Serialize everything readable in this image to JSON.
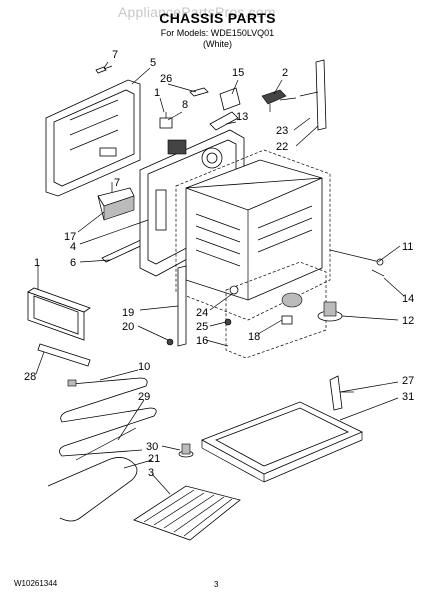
{
  "header": {
    "watermark": "AppliancePartsPros.com",
    "title": "CHASSIS PARTS",
    "subtitle_line1": "For Models: WDE150LVQ01",
    "subtitle_line2": "(White)"
  },
  "footer": {
    "doc_id": "W10261344",
    "page_number": "3"
  },
  "callouts": [
    "7",
    "5",
    "26",
    "15",
    "2",
    "8",
    "1",
    "13",
    "23",
    "22",
    "7",
    "17",
    "4",
    "6",
    "11",
    "1",
    "19",
    "24",
    "14",
    "20",
    "25",
    "12",
    "16",
    "18",
    "10",
    "28",
    "29",
    "27",
    "31",
    "30",
    "21",
    "3"
  ]
}
